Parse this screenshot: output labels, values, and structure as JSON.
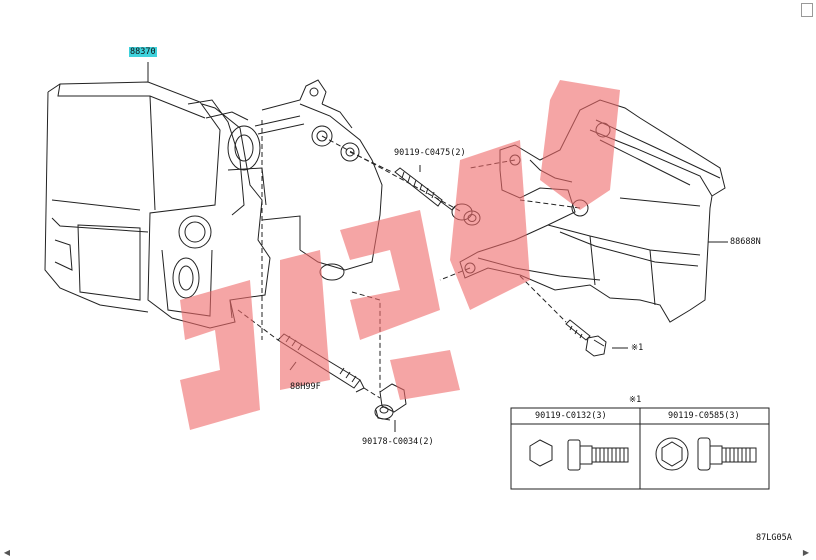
{
  "labels": {
    "main_part": "88370",
    "bracket": "88688N",
    "bolt_top": "90119-C0475(2)",
    "stud": "88H99F",
    "nut": "90178-C0034(2)",
    "ref_mark": "※1",
    "table_mark": "※1",
    "illustration_code": "87LG05A"
  },
  "fastener_table": {
    "columns": [
      "90119-C0132(3)",
      "90119-C0585(3)"
    ]
  },
  "watermark_text": "پارسیان",
  "colors": {
    "highlight": "#3ed2dc",
    "watermark": "#f06b6b",
    "line": "#222222"
  }
}
